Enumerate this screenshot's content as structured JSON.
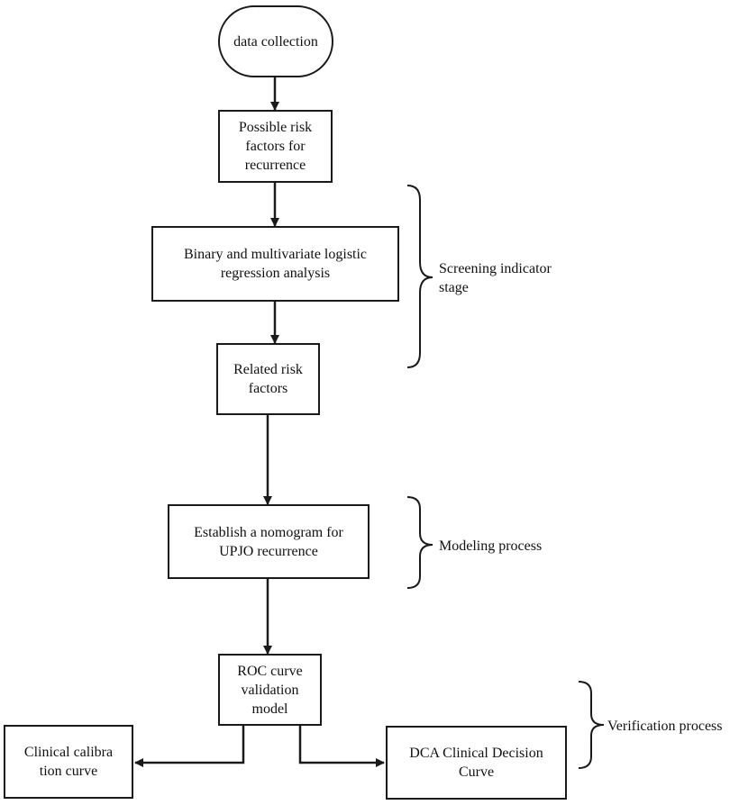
{
  "nodes": {
    "data_collection": "data collection",
    "possible_risk_factors": "Possible risk\nfactors for\nrecurrence",
    "logistic_regression": "Binary and multivariate logistic\nregression analysis",
    "related_risk_factors": "Related risk\nfactors",
    "nomogram": "Establish a nomogram for\nUPJO recurrence",
    "roc_curve": "ROC curve\nvalidation\nmodel",
    "calibration_curve": "Clinical calibra\ntion curve",
    "dca_curve": "DCA Clinical Decision\nCurve"
  },
  "stages": {
    "screening": "Screening indicator\nstage",
    "modeling": "Modeling process",
    "verification": "Verification process"
  },
  "colors": {
    "stroke": "#1a1a1a",
    "text": "#111111",
    "background": "#ffffff"
  }
}
